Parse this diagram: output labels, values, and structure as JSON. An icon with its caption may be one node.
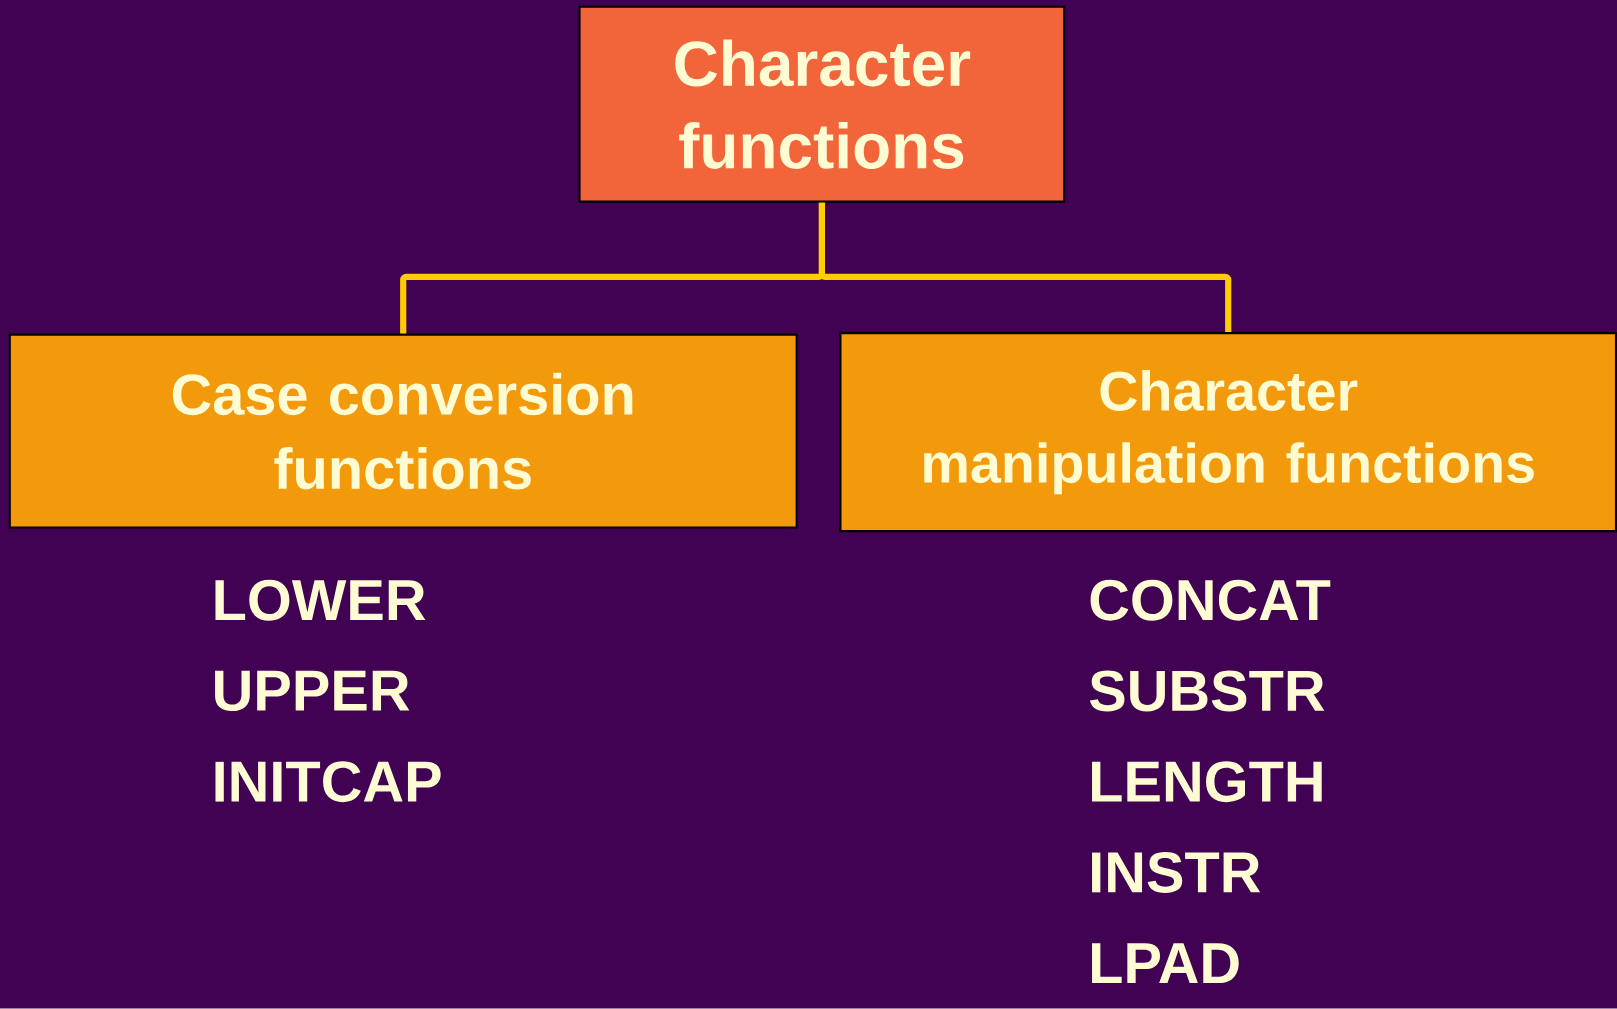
{
  "diagram": {
    "nodes": [
      {
        "text": [
          "Character functions"
        ]
      },
      {
        "text": [
          "Case conversion functions"
        ],
        "beside": [
          "LOWER",
          "UPPER",
          "INITCAP"
        ]
      },
      {
        "text": [
          "Character manipulation functions"
        ],
        "beside": [
          "CONCAT",
          "SUBSTR",
          "LENGTH",
          "INSTR",
          "LPAD"
        ]
      }
    ],
    "edges": [
      {
        "from": 0,
        "to": 1,
        "arrow": "none"
      },
      {
        "from": 0,
        "to": 2,
        "arrow": "none"
      }
    ]
  }
}
